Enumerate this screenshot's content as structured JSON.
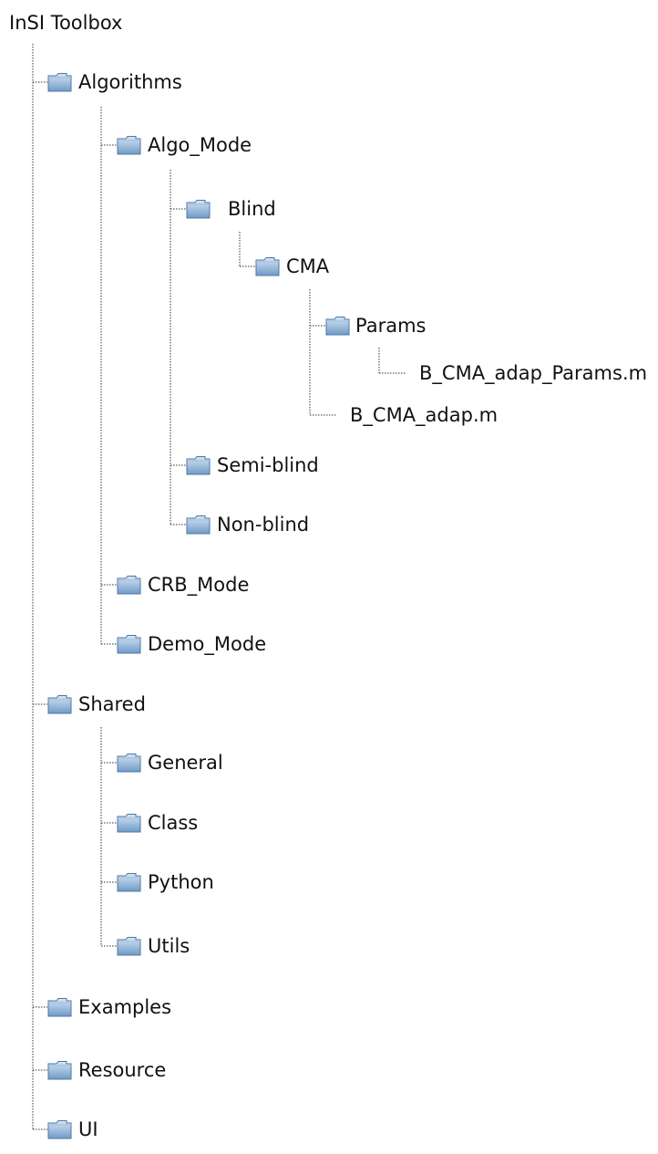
{
  "tree": {
    "root": {
      "label": "InSI Toolbox"
    },
    "nodes": {
      "algorithms": {
        "label": "Algorithms",
        "type": "folder"
      },
      "algo_mode": {
        "label": "Algo_Mode",
        "type": "folder"
      },
      "blind": {
        "label": "Blind",
        "type": "folder"
      },
      "cma": {
        "label": "CMA",
        "type": "folder"
      },
      "params": {
        "label": "Params",
        "type": "folder"
      },
      "b_cma_adap_params": {
        "label": "B_CMA_adap_Params.m",
        "type": "file"
      },
      "b_cma_adap": {
        "label": "B_CMA_adap.m",
        "type": "file"
      },
      "semi_blind": {
        "label": "Semi-blind",
        "type": "folder"
      },
      "non_blind": {
        "label": "Non-blind",
        "type": "folder"
      },
      "crb_mode": {
        "label": "CRB_Mode",
        "type": "folder"
      },
      "demo_mode": {
        "label": "Demo_Mode",
        "type": "folder"
      },
      "shared": {
        "label": "Shared",
        "type": "folder"
      },
      "general": {
        "label": "General",
        "type": "folder"
      },
      "class": {
        "label": "Class",
        "type": "folder"
      },
      "python": {
        "label": "Python",
        "type": "folder"
      },
      "utils": {
        "label": "Utils",
        "type": "folder"
      },
      "examples": {
        "label": "Examples",
        "type": "folder"
      },
      "resource": {
        "label": "Resource",
        "type": "folder"
      },
      "ui": {
        "label": "UI",
        "type": "folder"
      }
    }
  },
  "colors": {
    "folder_fill_top": "#cfdff0",
    "folder_fill_bottom": "#6f9bc8",
    "folder_stroke": "#4f77a3",
    "connector": "#333333",
    "text": "#111111"
  }
}
